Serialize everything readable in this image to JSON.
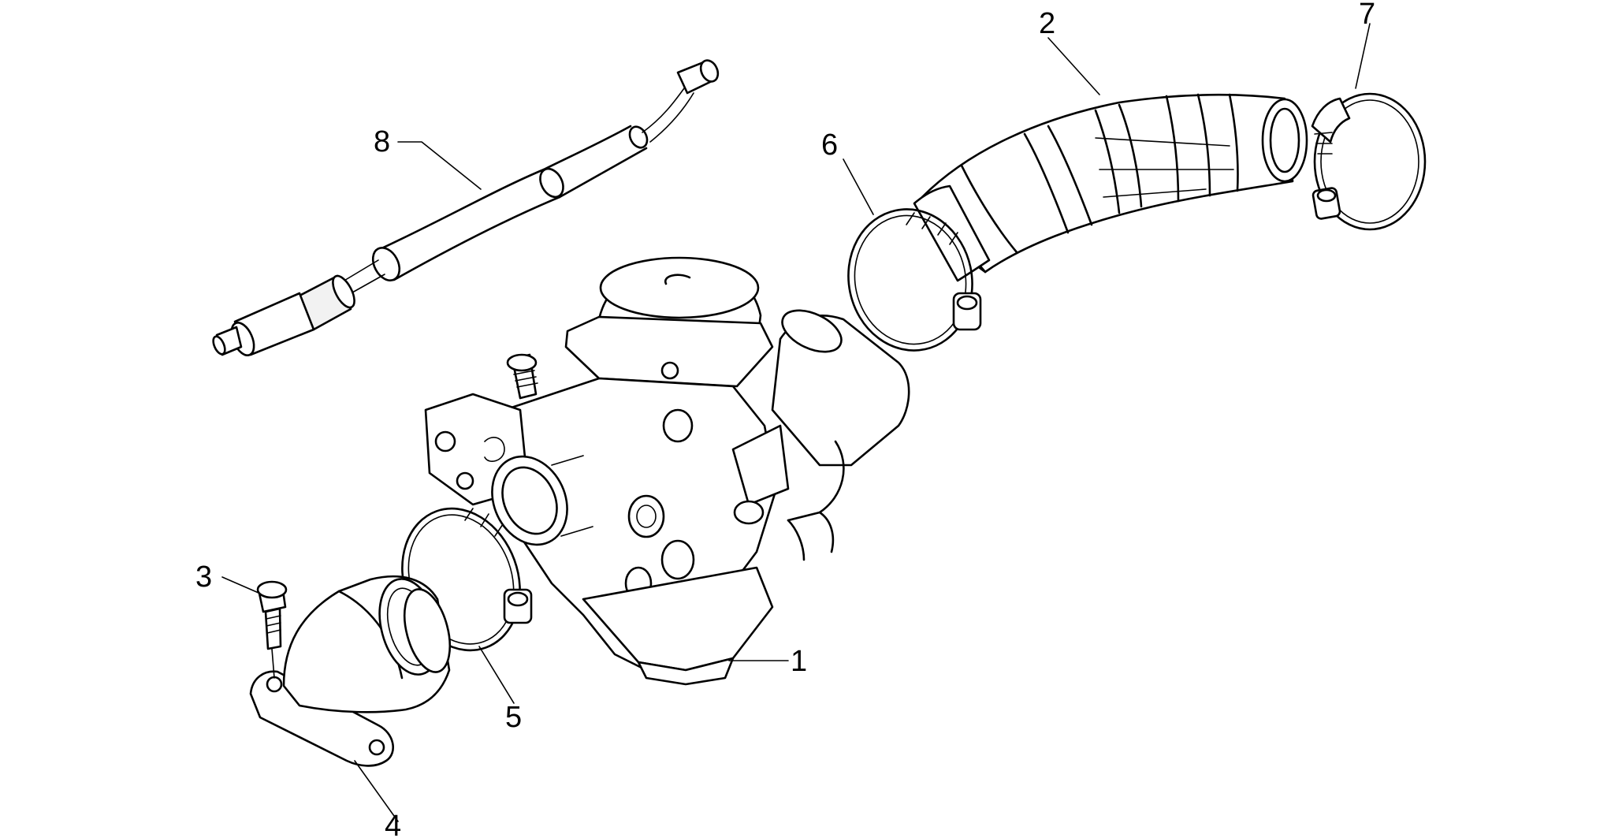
{
  "labels": {
    "p1": "1",
    "p2": "2",
    "p3": "3",
    "p4": "4",
    "p5": "5",
    "p6": "6",
    "p7": "7",
    "p8": "8"
  }
}
